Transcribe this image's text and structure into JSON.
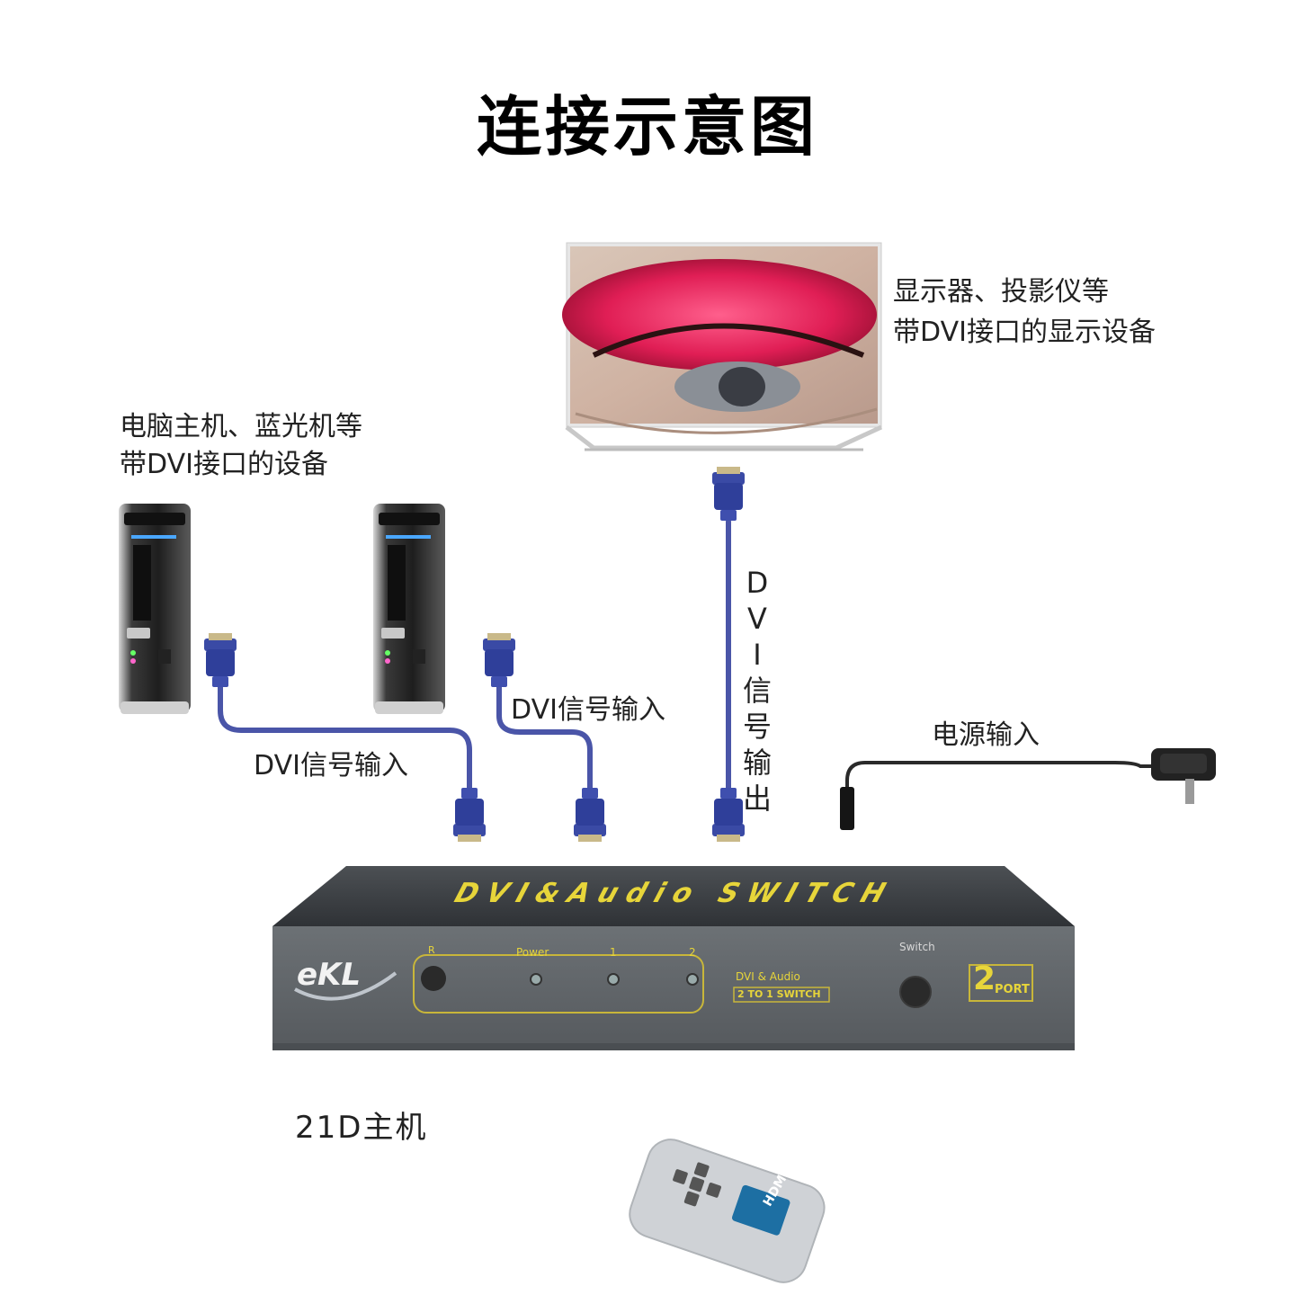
{
  "title": "连接示意图",
  "labels": {
    "source_devices": [
      "电脑主机、蓝光机等",
      "带DVI接口的设备"
    ],
    "display_devices": [
      "显示器、投影仪等",
      "带DVI接口的显示设备"
    ],
    "dvi_input_1": "DVI信号输入",
    "dvi_input_2": "DVI信号输入",
    "dvi_output": [
      "D",
      "V",
      "I",
      "信",
      "号",
      "输",
      "出"
    ],
    "power_input": "电源输入",
    "host_model": "21D主机"
  },
  "switch_panel": {
    "top_text": "DVI&Audio SWITCH",
    "brand": "eKL",
    "btn_r": "R",
    "power": "Power",
    "led_1": "1",
    "led_2": "2",
    "model_line1": "DVI & Audio",
    "model_line2": "2 TO 1 SWITCH",
    "switch_label": "Switch",
    "port_number": "2",
    "port_text": "PORT"
  },
  "remote": {
    "logo": "HDMI"
  },
  "colors": {
    "cable": "#4a55a8",
    "connector": "#2f3f9a",
    "switch_body": "#5f6468",
    "panel_text": "#e7d53a"
  }
}
